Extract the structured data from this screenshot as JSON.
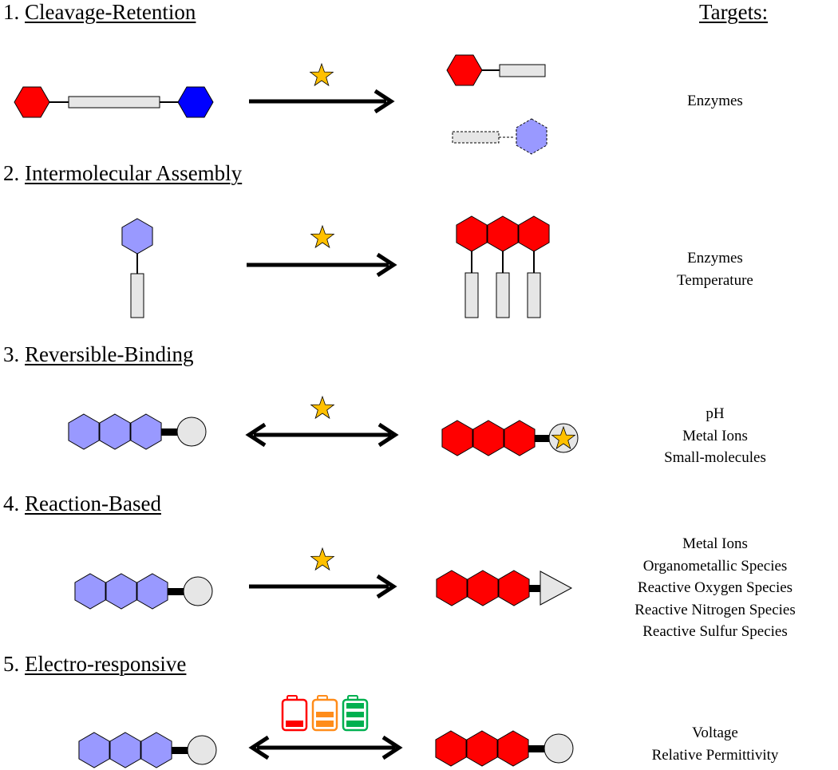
{
  "targets_title": "Targets:",
  "sections": [
    {
      "number": "1.",
      "title": "Cleavage-Retention",
      "targets": [
        "Enzymes"
      ]
    },
    {
      "number": "2.",
      "title": "Intermolecular Assembly",
      "targets": [
        "Enzymes",
        "Temperature"
      ]
    },
    {
      "number": "3.",
      "title": "Reversible-Binding",
      "targets": [
        "pH",
        "Metal Ions",
        "Small-molecules"
      ]
    },
    {
      "number": "4.",
      "title": "Reaction-Based",
      "targets": [
        "Metal Ions",
        "Organometallic Species",
        "Reactive Oxygen Species",
        "Reactive Nitrogen Species",
        "Reactive Sulfur Species"
      ]
    },
    {
      "number": "5.",
      "title": "Electro-responsive",
      "targets": [
        "Voltage",
        "Relative Permittivity"
      ]
    }
  ],
  "colors": {
    "red": "#ff0000",
    "blue": "#0000ff",
    "lavender": "#9999ff",
    "grey": "#e6e6e6",
    "star": "#ffc000",
    "battery_low": "#ff0000",
    "battery_mid": "#ff8c1a",
    "battery_full": "#00b050"
  }
}
